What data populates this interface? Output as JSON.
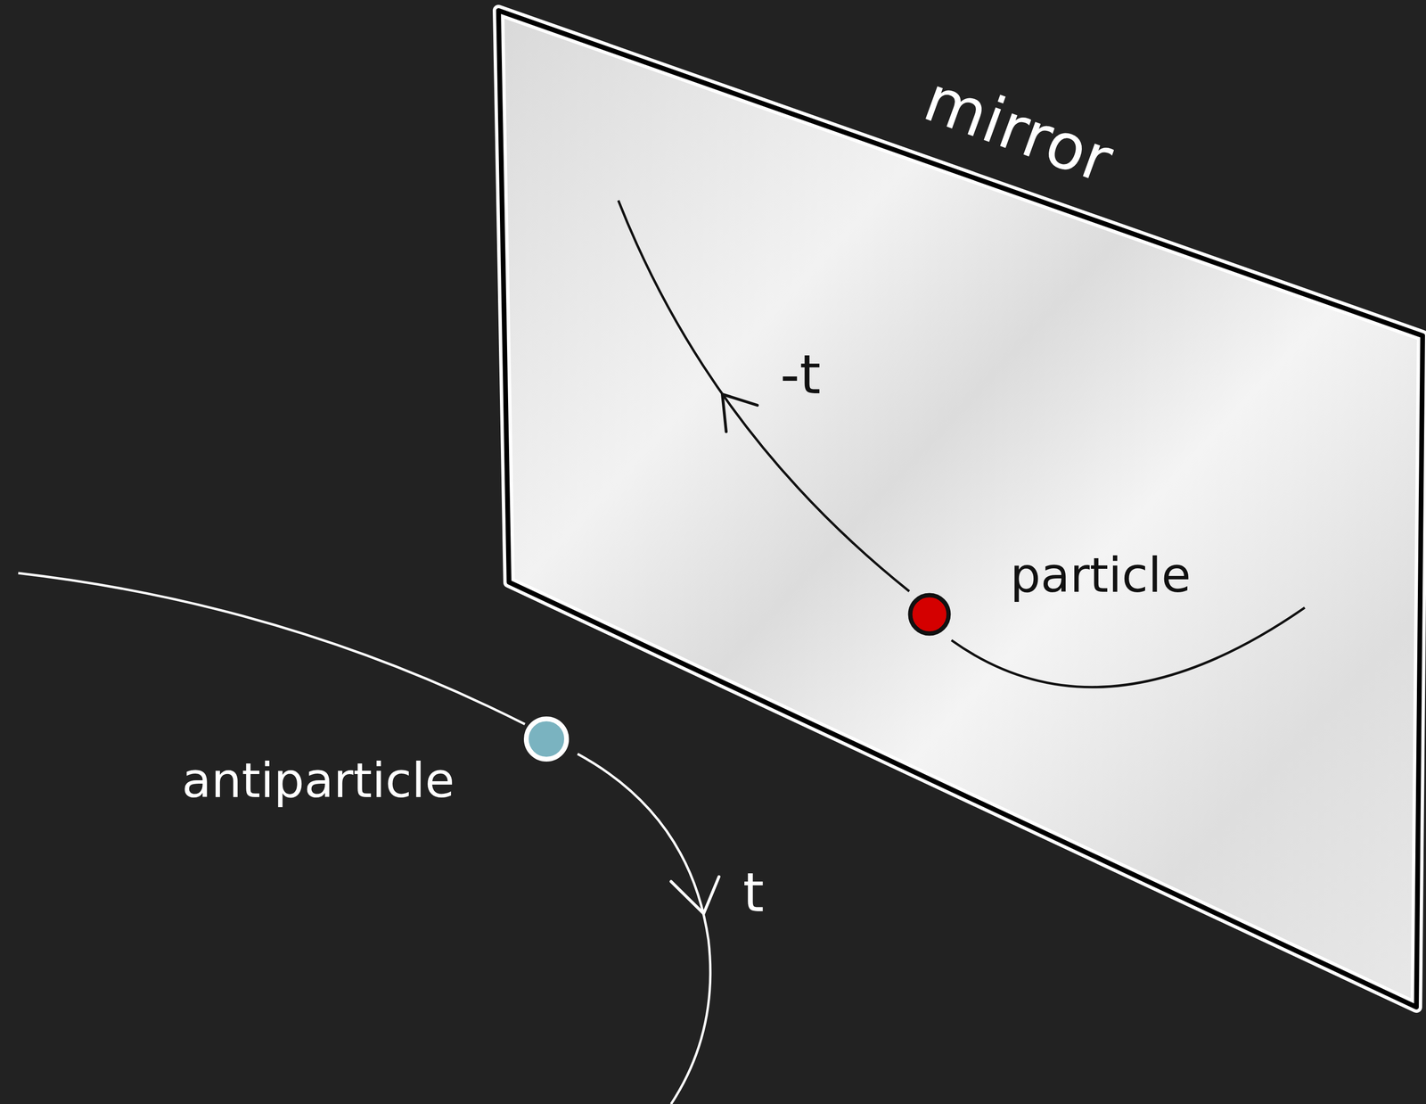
{
  "diagram": {
    "labels": [
      "mirror",
      "-t",
      "particle",
      "antiparticle",
      "t"
    ]
  }
}
